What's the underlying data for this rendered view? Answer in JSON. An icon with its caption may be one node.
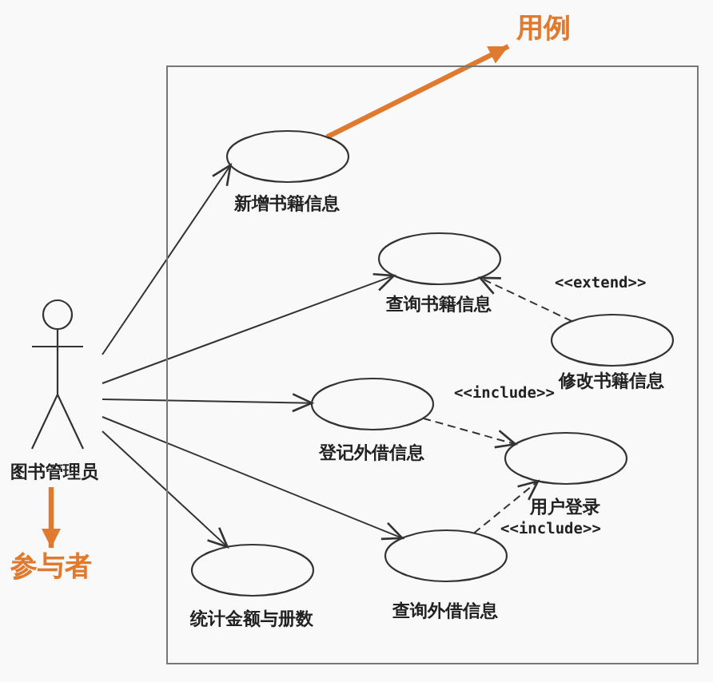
{
  "diagram": {
    "nodes": [
      {
        "text": [],
        "shape": "box"
      },
      {
        "text": [
          "图书管理员"
        ]
      },
      {
        "text": [
          "新增书籍信息"
        ],
        "in": 0
      },
      {
        "text": [
          "查询书籍信息"
        ],
        "in": 0
      },
      {
        "text": [
          "修改书籍信息"
        ],
        "in": 0
      },
      {
        "text": [
          "登记外借信息"
        ],
        "in": 0
      },
      {
        "text": [
          "用户登录"
        ],
        "in": 0
      },
      {
        "text": [
          "统计金额与册数"
        ],
        "in": 0
      },
      {
        "text": [
          "查询外借信息"
        ],
        "in": 0
      },
      {
        "text": [
          "用例"
        ]
      },
      {
        "text": [
          "参与者"
        ]
      }
    ],
    "edges": [
      {
        "from": 1,
        "to": 2,
        "arrow": "to"
      },
      {
        "from": 1,
        "to": 3,
        "arrow": "to"
      },
      {
        "from": 1,
        "to": 5,
        "arrow": "to"
      },
      {
        "from": 1,
        "to": 7,
        "arrow": "to"
      },
      {
        "from": 1,
        "to": 8,
        "arrow": "to"
      },
      {
        "from": 4,
        "to": 3,
        "arrow": "to",
        "label": "<<extend>>",
        "style": "dashed"
      },
      {
        "from": 5,
        "to": 6,
        "arrow": "to",
        "label": "<<include>>",
        "style": "dashed"
      },
      {
        "from": 8,
        "to": 6,
        "arrow": "to",
        "label": "<<include>>",
        "style": "dashed"
      },
      {
        "from": 2,
        "to": 9,
        "arrow": "to",
        "style": "thick",
        "color": "#e07a2e"
      },
      {
        "from": 1,
        "to": 10,
        "arrow": "to",
        "style": "thick",
        "color": "#e07a2e"
      }
    ]
  }
}
